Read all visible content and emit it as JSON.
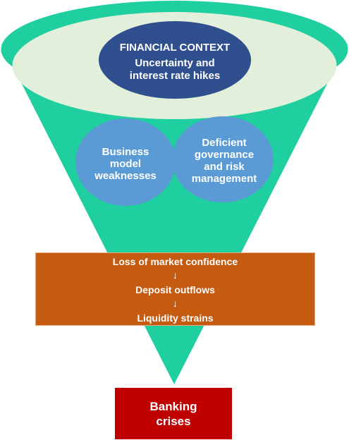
{
  "financial_context": {
    "title": "FINANCIAL CONTEXT",
    "subtitle_line1": "Uncertainty and",
    "subtitle_line2": "interest rate hikes"
  },
  "causes": {
    "business_model": [
      "Business",
      "model",
      "weaknesses"
    ],
    "governance": [
      "Deficient",
      "governance",
      "and risk",
      "management"
    ]
  },
  "transmission": {
    "step1": "Loss of market confidence",
    "arrow1": "↓",
    "step2": "Deposit outflows",
    "arrow2": "↓",
    "step3": "Liquidity strains"
  },
  "outcome": {
    "line1": "Banking",
    "line2": "crises"
  },
  "colors": {
    "funnel": "#1fcf9f",
    "funnel_top": "#e2efdb",
    "context_ellipse": "#2f4f8f",
    "cause_circles": "#5b9bd5",
    "transmission_bar": "#c55a11",
    "outcome_box": "#c00000"
  }
}
